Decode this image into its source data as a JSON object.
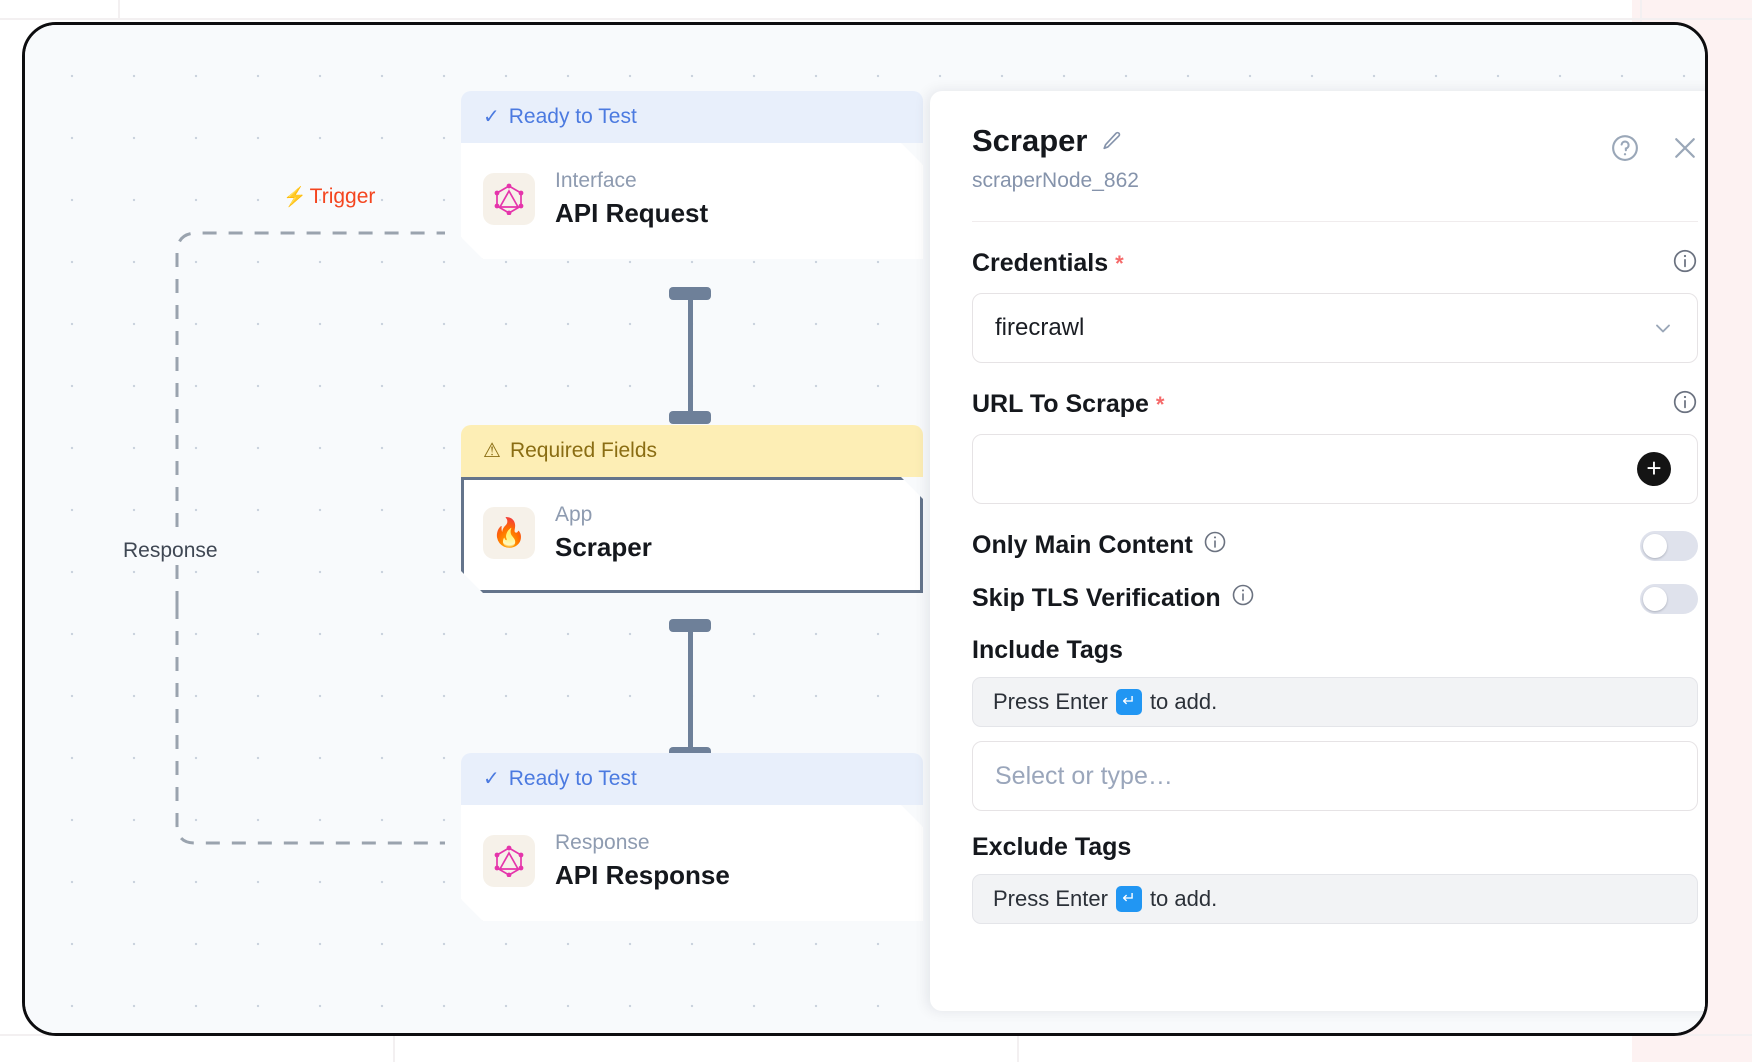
{
  "canvas": {
    "edges": [
      {
        "id": "trigger",
        "label": "Trigger",
        "icon": "bolt-icon",
        "color": "#f4451f"
      },
      {
        "id": "response",
        "label": "Response",
        "icon": "",
        "color": "#3f4753"
      }
    ],
    "nodes": [
      {
        "id": "api-request",
        "status": "Ready to Test",
        "status_icon": "check-icon",
        "status_type": "ready",
        "kind": "Interface",
        "title": "API Request",
        "icon": "graphql-icon",
        "selected": false
      },
      {
        "id": "scraper",
        "status": "Required Fields",
        "status_icon": "warning-icon",
        "status_type": "required",
        "kind": "App",
        "title": "Scraper",
        "icon": "firecrawl-flame-icon",
        "selected": true
      },
      {
        "id": "api-response",
        "status": "Ready to Test",
        "status_icon": "check-icon",
        "status_type": "ready",
        "kind": "Response",
        "title": "API Response",
        "icon": "graphql-icon",
        "selected": false
      }
    ]
  },
  "panel": {
    "title": "Scraper",
    "subtitle": "scraperNode_862",
    "edit_icon": "pencil-icon",
    "help_icon": "help-circle-icon",
    "close_icon": "close-icon",
    "fields": {
      "credentials": {
        "label": "Credentials",
        "required_marker": "*",
        "value": "firecrawl",
        "info_icon": "info-icon",
        "chevron_icon": "chevron-down-icon"
      },
      "url_to_scrape": {
        "label": "URL To Scrape",
        "required_marker": "*",
        "value": "",
        "info_icon": "info-icon",
        "add_icon": "plus-icon"
      },
      "only_main_content": {
        "label": "Only Main Content",
        "info_icon": "info-icon",
        "enabled": false
      },
      "skip_tls_verification": {
        "label": "Skip TLS Verification",
        "info_icon": "info-icon",
        "enabled": false
      },
      "include_tags": {
        "label": "Include Tags",
        "hint_prefix": "Press Enter",
        "hint_key": "↵",
        "hint_suffix": "to add.",
        "placeholder": "Select or type…",
        "value": ""
      },
      "exclude_tags": {
        "label": "Exclude Tags",
        "hint_prefix": "Press Enter",
        "hint_key": "↵",
        "hint_suffix": "to add."
      }
    }
  },
  "colors": {
    "ready_bg": "#e8effb",
    "ready_fg": "#4b7ae0",
    "warning_bg": "#fdeeb5",
    "warning_fg": "#8a6d13",
    "trigger": "#f4451f",
    "connector": "#6e8099",
    "accent_add": "#141414",
    "enter_key": "#2196f3"
  }
}
